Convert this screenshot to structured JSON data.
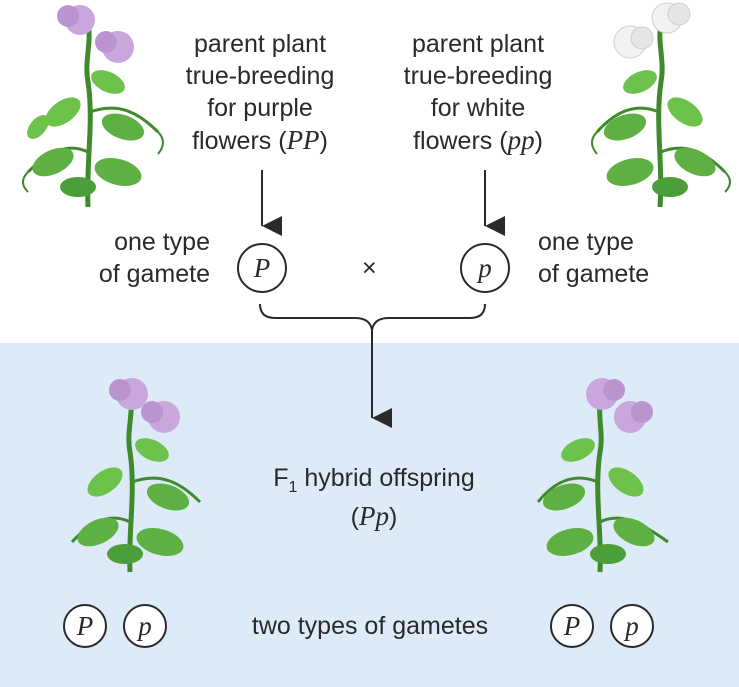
{
  "parents": {
    "left": {
      "lines": [
        "parent plant",
        "true-breeding",
        "for purple"
      ],
      "last_prefix": "flowers (",
      "genotype": "PP",
      "last_suffix": ")"
    },
    "right": {
      "lines": [
        "parent plant",
        "true-breeding",
        "for white"
      ],
      "last_prefix": "flowers (",
      "genotype": "pp",
      "last_suffix": ")"
    }
  },
  "gamete_label": {
    "left": [
      "one type",
      "of gamete"
    ],
    "right": [
      "one type",
      "of gamete"
    ]
  },
  "gametes": {
    "left_parent": "P",
    "right_parent": "p",
    "cross_symbol": "×"
  },
  "offspring": {
    "label_prefix": "F",
    "label_sub": "1",
    "label_rest": " hybrid offspring",
    "genotype_prefix": "(",
    "genotype": "Pp",
    "genotype_suffix": ")",
    "gametes_text": "two types of gametes",
    "left_gametes": [
      "P",
      "p"
    ],
    "right_gametes": [
      "P",
      "p"
    ]
  },
  "colors": {
    "panel": "#dcebf7",
    "leaf": "#5fb043",
    "leaf_dark": "#3e8a2c",
    "purple_flower": "#c9a6dc",
    "white_flower": "#f2f2f2"
  },
  "icons": [
    "purple-pea-plant-icon",
    "white-pea-plant-icon",
    "hybrid-pea-plant-icon"
  ]
}
